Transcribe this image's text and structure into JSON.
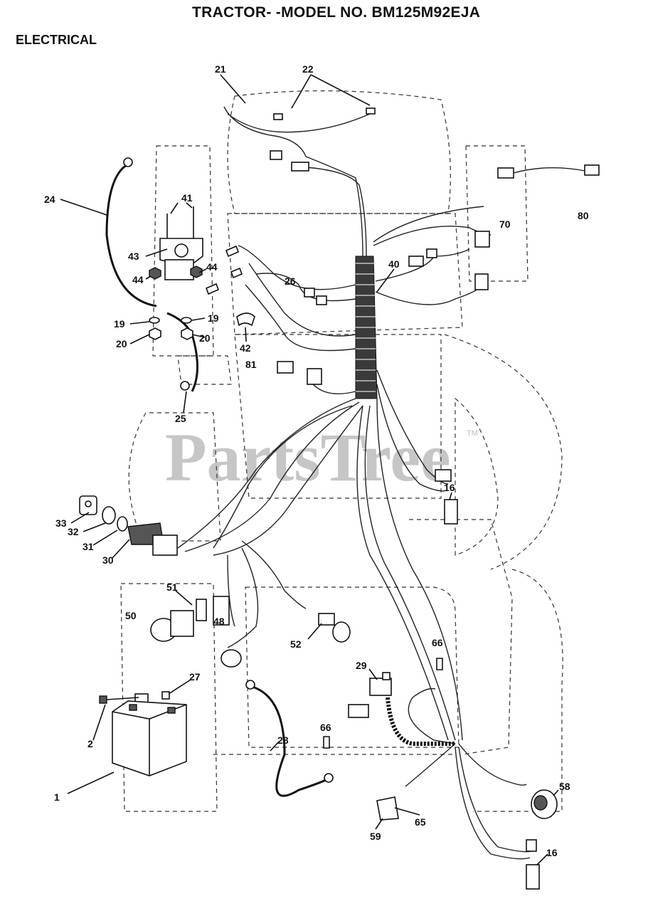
{
  "header": {
    "title": "TRACTOR- -MODEL NO. BM125M92EJA",
    "section": "ELECTRICAL"
  },
  "watermark": {
    "text": "PartsTree",
    "mark": "TM"
  },
  "callouts": [
    "21",
    "22",
    "24",
    "41",
    "43",
    "44",
    "44",
    "19",
    "19",
    "20",
    "20",
    "42",
    "26",
    "40",
    "70",
    "80",
    "81",
    "25",
    "16",
    "33",
    "32",
    "31",
    "30",
    "51",
    "50",
    "48",
    "52",
    "66",
    "29",
    "27",
    "2",
    "1",
    "28",
    "66",
    "58",
    "59",
    "65",
    "16"
  ]
}
